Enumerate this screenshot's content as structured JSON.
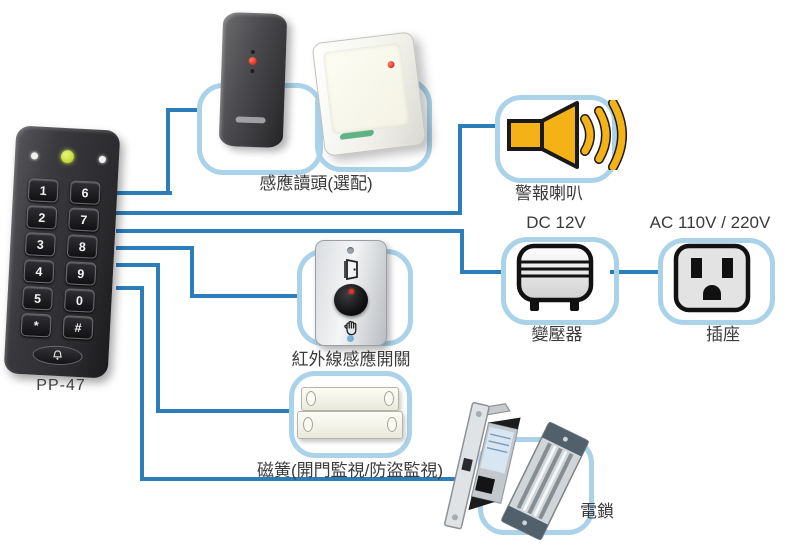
{
  "keypad": {
    "model_label": "PP-47",
    "keys": [
      "1",
      "6",
      "2",
      "7",
      "3",
      "8",
      "4",
      "9",
      "5",
      "0",
      "*",
      "#"
    ]
  },
  "nodes": {
    "readers": {
      "label": "感應讀頭(選配)"
    },
    "alarm": {
      "label": "警報喇叭"
    },
    "transformer": {
      "label": "變壓器",
      "voltage_label": "DC 12V"
    },
    "outlet": {
      "label": "插座",
      "voltage_label": "AC 110V / 220V"
    },
    "ir_switch": {
      "label": "紅外線感應開關"
    },
    "reed_switch": {
      "label": "磁簧(開門監視/防盜監視)"
    },
    "lock": {
      "label": "電鎖"
    }
  },
  "colors": {
    "wire": "#2c7db8",
    "bracket": "#aad2e8",
    "speaker_yellow": "#f5b216",
    "led_green": "#c8dc3c",
    "led_red": "#e23222"
  }
}
